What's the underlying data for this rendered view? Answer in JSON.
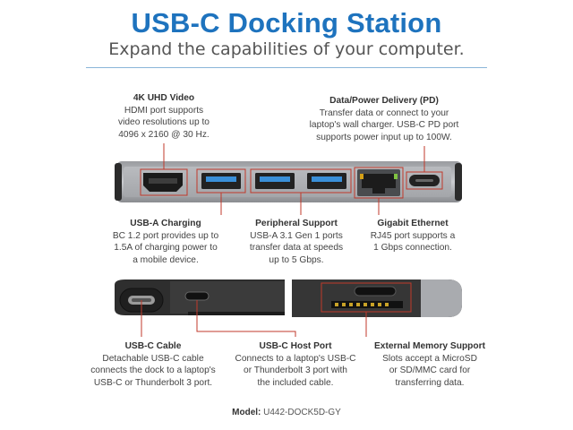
{
  "title": "USB-C Docking Station",
  "subtitle": "Expand the capabilities of your computer.",
  "callouts": {
    "uhd": {
      "heading": "4K UHD Video",
      "l1": "HDMI port supports",
      "l2": "video resolutions up to",
      "l3": "4096 x 2160 @ 30 Hz."
    },
    "pd": {
      "heading": "Data/Power Delivery (PD)",
      "l1": "Transfer data or connect to your",
      "l2": "laptop's wall charger. USB-C PD port",
      "l3": "supports power input up to 100W."
    },
    "charging": {
      "heading": "USB-A Charging",
      "l1": "BC 1.2 port provides up to",
      "l2": "1.5A of charging power to",
      "l3": "a mobile device."
    },
    "peripheral": {
      "heading": "Peripheral Support",
      "l1": "USB-A 3.1 Gen 1 ports",
      "l2": "transfer data at speeds",
      "l3": "up to 5 Gbps."
    },
    "ethernet": {
      "heading": "Gigabit Ethernet",
      "l1": "RJ45 port supports a",
      "l2": "1 Gbps connection."
    },
    "cable": {
      "heading": "USB-C Cable",
      "l1": "Detachable USB-C cable",
      "l2": "connects the dock to a laptop's",
      "l3": "USB-C or Thunderbolt 3 port."
    },
    "host": {
      "heading": "USB-C Host Port",
      "l1": "Connects to a laptop's USB-C",
      "l2": "or Thunderbolt 3 port with",
      "l3": "the included cable."
    },
    "memory": {
      "heading": "External Memory Support",
      "l1": "Slots accept a MicroSD",
      "l2": "or SD/MMC card for",
      "l3": "transferring data."
    }
  },
  "model": {
    "label": "Model:",
    "value": "U442-DOCK5D-GY"
  },
  "colors": {
    "accent": "#1e73be",
    "callout_line": "#c0392b",
    "usb_blue": "#3a8fd8"
  }
}
